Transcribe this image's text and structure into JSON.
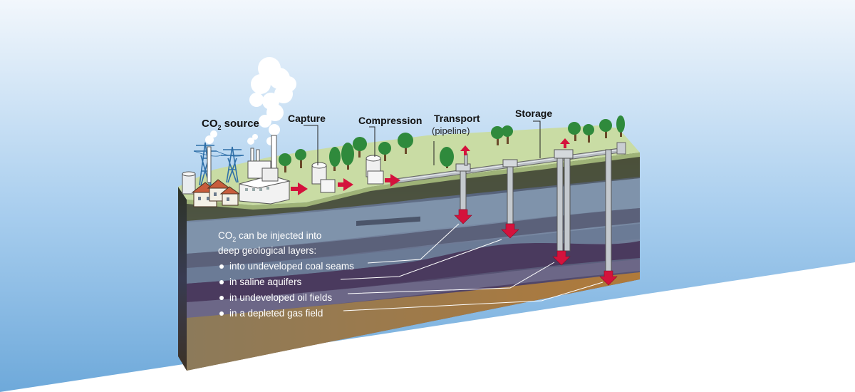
{
  "labels": {
    "source_pre": "CO",
    "source_sub": "2",
    "source_post": " source",
    "capture": "Capture",
    "compression": "Compression",
    "transport": "Transport",
    "transport_sub": "(pipeline)",
    "storage": "Storage"
  },
  "info": {
    "line1_pre": "CO",
    "line1_sub": "2",
    "line1_post": " can be injected into",
    "line2": "deep geological layers:",
    "items": [
      "into undeveloped coal seams",
      "in saline aquifers",
      "in undeveloped oil fields",
      "in a depleted gas field"
    ]
  },
  "colors": {
    "sky_top": "#eef5fc",
    "sky_bottom": "#7fb2de",
    "arrow_red": "#d4123c",
    "ground_green": "#c9dca4",
    "pipe_gray": "#b9bec4"
  }
}
